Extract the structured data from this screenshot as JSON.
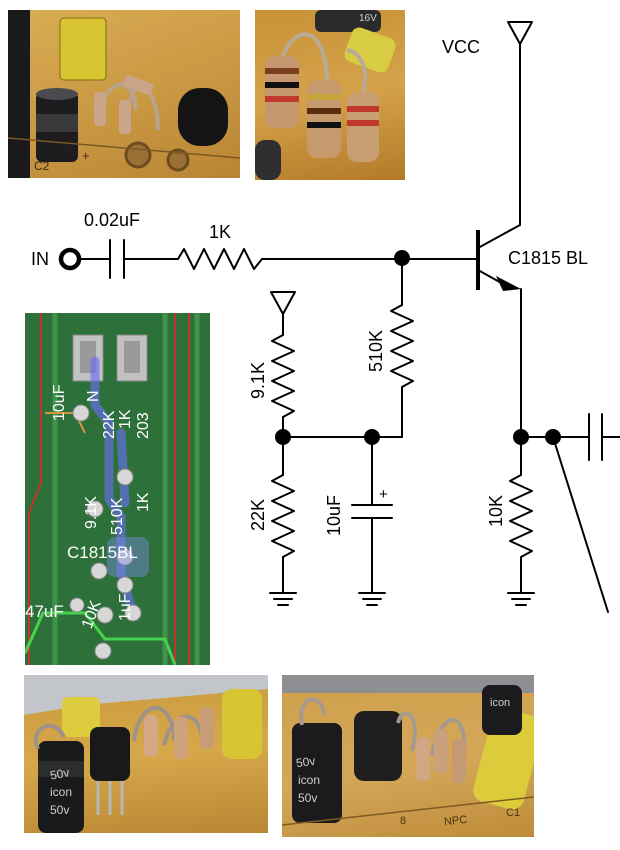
{
  "schematic": {
    "labels": {
      "vcc": "VCC",
      "input": "IN",
      "c_in": "0.02uF",
      "r_in": "1K",
      "transistor": "C1815 BL",
      "r_bias_top": "9.1K",
      "r_feedback": "510K",
      "r_bias_bottom": "22K",
      "c_bypass": "10uF",
      "c_bypass_polarity": "+",
      "r_emitter": "10K"
    }
  },
  "photos": {
    "top_left": {
      "visible_text": [
        "C2",
        "+"
      ]
    },
    "top_middle": {
      "visible_text": [
        "16V"
      ]
    },
    "bottom_left": {
      "visible_text": [
        "50v",
        "icon",
        "50v"
      ]
    },
    "bottom_right": {
      "visible_text": [
        "50v",
        "icon",
        "50v",
        "icon",
        "NPC",
        "C1",
        "8"
      ]
    },
    "pcb": {
      "labels": {
        "c_in": "10uF",
        "r1": "22K",
        "r2": "1K",
        "r3": "510K",
        "r4": "9.1K",
        "c_out": "203",
        "transistor": "C1815BL",
        "c_big": "47uF",
        "r_emit": "10K",
        "c_small": "1uF",
        "misc": "N"
      }
    }
  },
  "colors": {
    "pcb_green": "#2f7a3c",
    "pcb_bright_trace": "#47a84e",
    "pcb_red_trace": "#c8322e",
    "board_tan": "#c59a4c",
    "highlight_blue": "#5b6fd6"
  }
}
